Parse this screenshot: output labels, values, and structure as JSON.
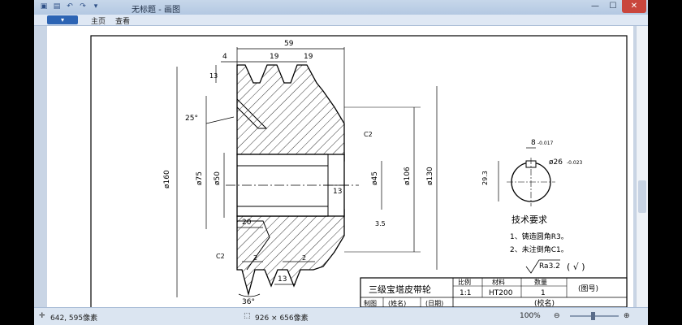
{
  "titlebar": {
    "title": "无标题 - 画图",
    "min_label": "—",
    "max_label": "☐",
    "close_label": "✕"
  },
  "ribbon": {
    "file_label": "▾",
    "tabs": [
      "主页",
      "查看"
    ]
  },
  "drawing": {
    "dims": {
      "w59": "59",
      "w4": "4",
      "w19a": "19",
      "w19b": "19",
      "h13": "13",
      "angle25": "25°",
      "d160": "ø160",
      "d75": "ø75",
      "d50": "ø50",
      "d45": "ø45",
      "d106": "ø106",
      "d130": "ø130",
      "w20": "20",
      "w13": "13",
      "c2a": "C2",
      "c2b": "C2",
      "r35": "3.5",
      "w2a": "2",
      "w2b": "2",
      "w13b": "13",
      "angle36": "36°",
      "k293": "29.3",
      "k8": "8",
      "k8tol": "-0.017",
      "d26": "ø26",
      "d26tol": "-0.023"
    },
    "tech": {
      "title": "技术要求",
      "item1": "1、铸造圆角R3。",
      "item2": "2、未注倒角C1。"
    },
    "ra": "Ra3.2",
    "ra_paren": "( √ )",
    "titleblock": {
      "name": "三级宝塔皮带轮",
      "scale_label": "比例",
      "material_label": "材料",
      "qty_label": "数量",
      "scale": "1:1",
      "material": "HT200",
      "qty": "1",
      "drawing_no": "(图号)",
      "draw_label": "制图",
      "draw_name": "(姓名)",
      "draw_date": "(日期)",
      "school": "(校名)"
    }
  },
  "status": {
    "cursor": "642, 595像素",
    "size": "926 × 656像素",
    "zoom": "100%"
  }
}
